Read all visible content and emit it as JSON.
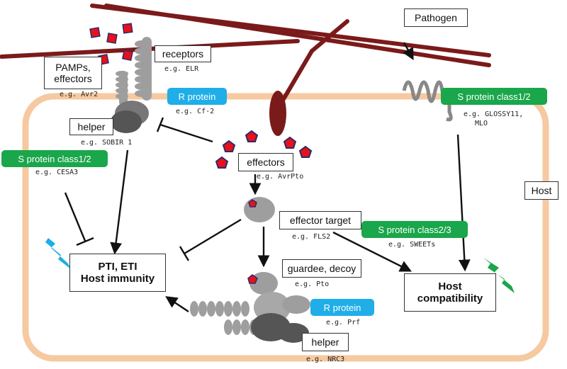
{
  "labels": {
    "pathogen": "Pathogen",
    "host": "Host",
    "pamps_line1": "PAMPs,",
    "pamps_line2": "effectors",
    "pamps_eg": "e.g. Avr2",
    "receptors": "receptors",
    "receptors_eg": "e.g. ELR",
    "r_protein_top": "R protein",
    "r_protein_top_eg": "e.g. Cf-2",
    "helper_top": "helper",
    "helper_top_eg": "e.g. SOBIR 1",
    "s_class12_left": "S protein class1/2",
    "s_class12_left_eg": "e.g. CESA3",
    "s_class12_right": "S protein class1/2",
    "s_class12_right_eg1": "e.g. GLOSSY11,",
    "s_class12_right_eg2": "MLO",
    "effectors": "effectors",
    "effectors_eg": "e.g. AvrPto",
    "effector_target": "effector target",
    "effector_target_eg": "e.g. FLS2",
    "s_class23": "S protein class2/3",
    "s_class23_eg": "e.g. SWEETs",
    "guardee": "guardee, decoy",
    "guardee_eg": "e.g. Pto",
    "r_protein_bottom": "R protein",
    "r_protein_bottom_eg": "e.g. Prf",
    "helper_bottom": "helper",
    "helper_bottom_eg": "e.g. NRC3",
    "immunity_line1": "PTI, ETI",
    "immunity_line2": "Host immunity",
    "compat_line1": "Host",
    "compat_line2": "compatibility"
  },
  "colors": {
    "cell_membrane": "#f6c9a0",
    "hypha": "#7b1a1a",
    "r_protein": "#1faee8",
    "s_protein": "#1aa64b",
    "pamp": "#e8101a",
    "protein_grey": "#9e9e9e",
    "protein_dark": "#555555",
    "lightning_blue": "#1faee8",
    "lightning_green": "#1aa64b"
  },
  "icons": [
    "lightning-bolt-icon",
    "pamp-square-icon",
    "effector-pentagon-icon"
  ]
}
